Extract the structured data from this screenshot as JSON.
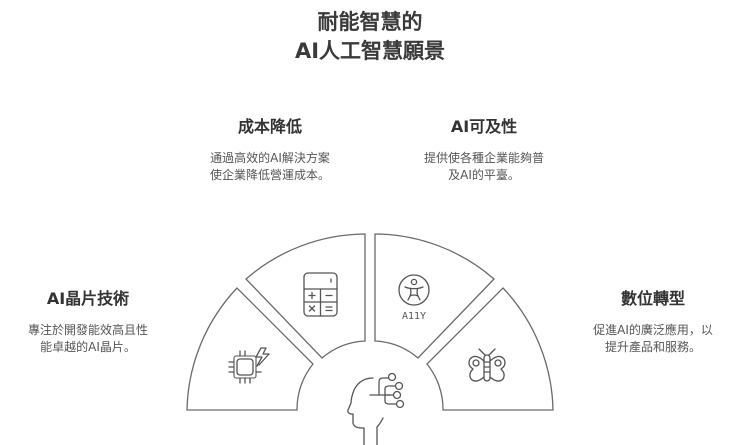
{
  "title": {
    "line1": "耐能智慧的",
    "line2": "AI人工智慧願景"
  },
  "sections": {
    "cost": {
      "heading": "成本降低",
      "desc_line1": "通過高效的AI解決方案",
      "desc_line2": "使企業降低營運成本。",
      "icon": "calculator-icon"
    },
    "access": {
      "heading": "AI可及性",
      "desc_line1": "提供使各種企業能夠普",
      "desc_line2": "及AI的平臺。",
      "icon": "accessibility-icon",
      "icon_label": "A11Y"
    },
    "chip": {
      "heading": "AI晶片技術",
      "desc_line1": "專注於開發能效高且性",
      "desc_line2": "能卓越的AI晶片。",
      "icon": "chip-power-icon"
    },
    "transform": {
      "heading": "數位轉型",
      "desc_line1": "促進AI的廣泛應用，以",
      "desc_line2": "提升產品和服務。",
      "icon": "butterfly-icon"
    }
  },
  "center": {
    "icon": "ai-head-network-icon"
  },
  "colors": {
    "stroke": "#6a6a6a",
    "text": "#333333",
    "background": "#ffffff"
  }
}
